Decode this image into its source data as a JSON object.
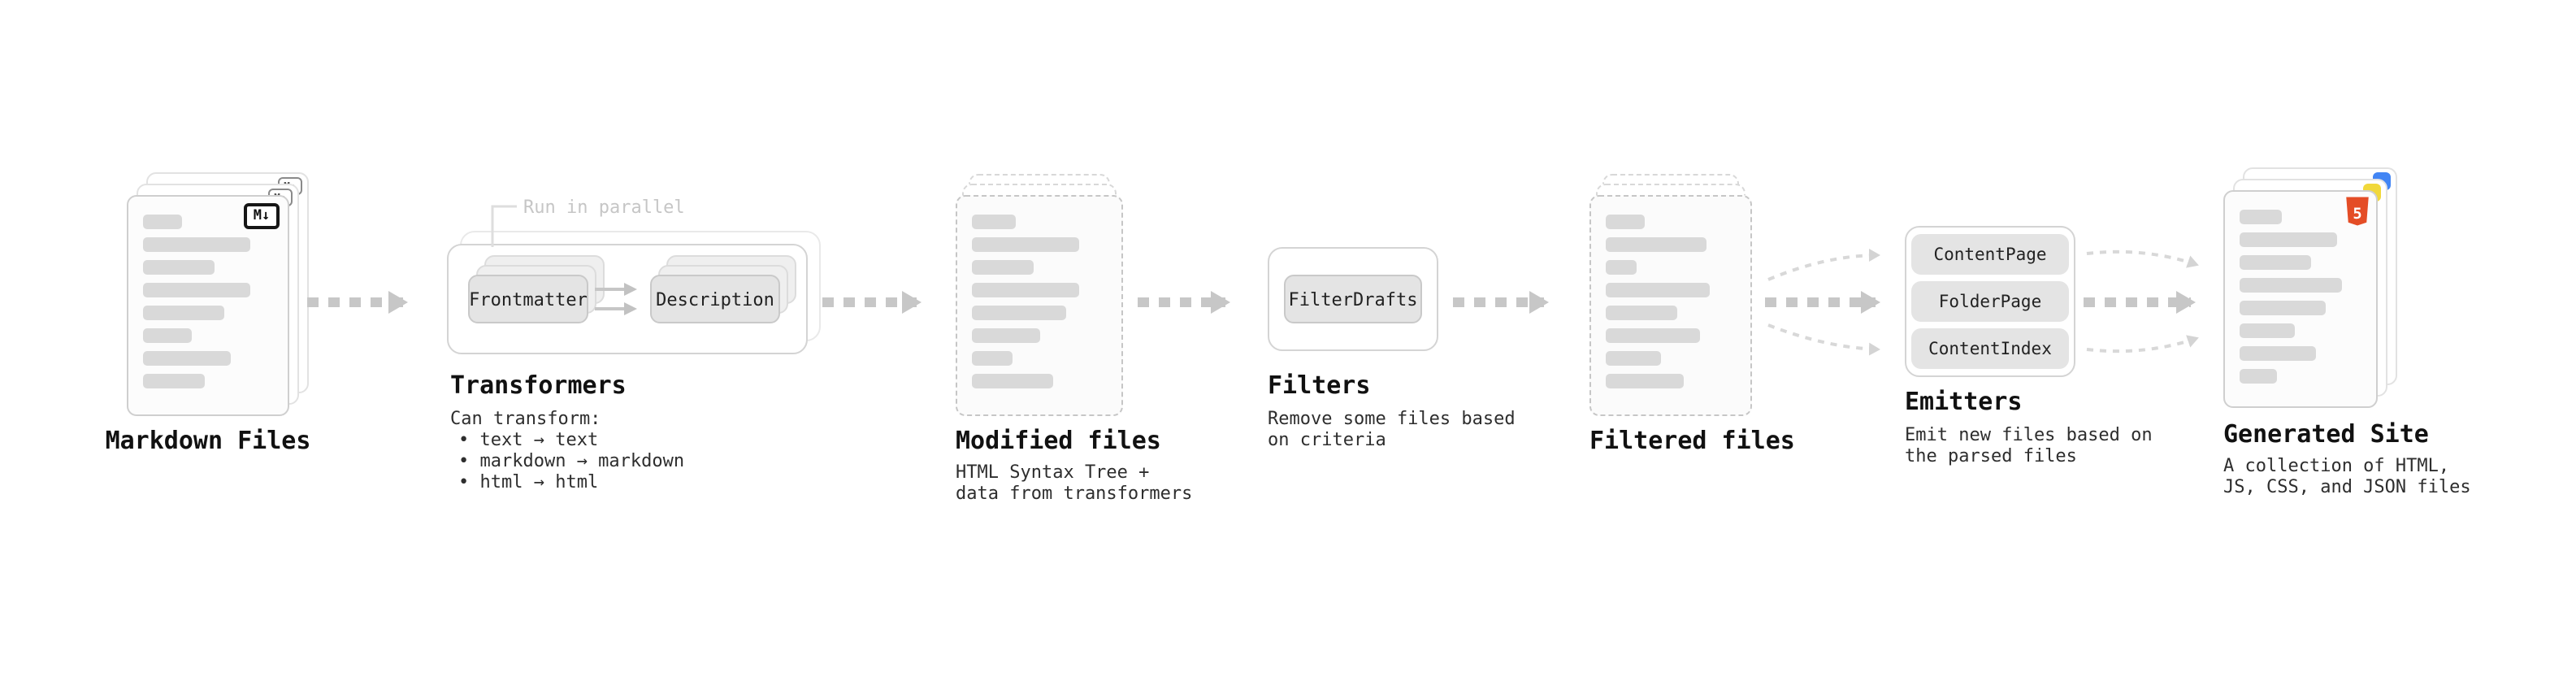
{
  "colors": {
    "arrow": "#c7c7c7",
    "html5_orange": "#e44d26",
    "js_yellow": "#f1d83b",
    "css_blue": "#4285f4"
  },
  "stages": {
    "markdown_files": {
      "label": "Markdown Files",
      "icon": "markdown-icon",
      "icon_glyph": "M↓"
    },
    "transformers": {
      "label": "Transformers",
      "annotation": "Run in parallel",
      "nodes": [
        "Frontmatter",
        "Description"
      ],
      "description": [
        "Can transform:",
        "• text → text",
        "• markdown → markdown",
        "• html → html"
      ]
    },
    "modified_files": {
      "label": "Modified files",
      "description": [
        "HTML Syntax Tree +",
        "data from transformers"
      ]
    },
    "filters": {
      "label": "Filters",
      "nodes": [
        "FilterDrafts"
      ],
      "description": [
        "Remove some files based",
        "on criteria"
      ]
    },
    "filtered_files": {
      "label": "Filtered files"
    },
    "emitters": {
      "label": "Emitters",
      "nodes": [
        "ContentPage",
        "FolderPage",
        "ContentIndex"
      ],
      "description": [
        "Emit new files based on",
        "the parsed files"
      ]
    },
    "generated_site": {
      "label": "Generated Site",
      "icon": "html5-icon",
      "icon_glyph": "5",
      "description": [
        "A collection of HTML,",
        "JS, CSS, and JSON files"
      ]
    }
  }
}
